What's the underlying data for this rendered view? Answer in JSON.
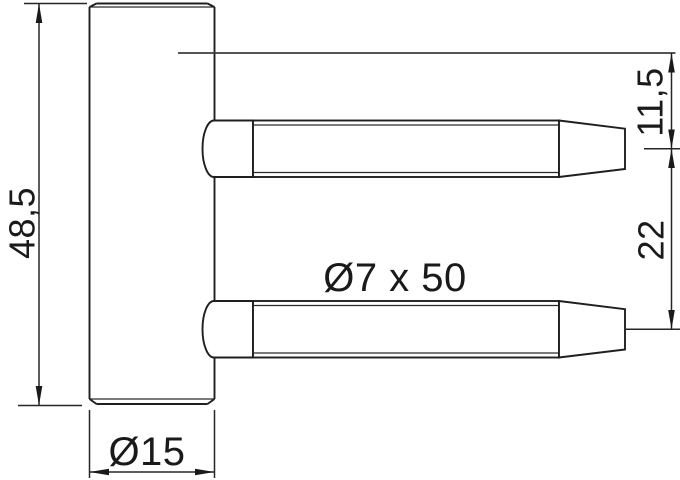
{
  "drawing": {
    "type": "technical-drawing",
    "subject": "door-hinge-frame-part-with-two-pins",
    "background_color": "#ffffff",
    "line_color": "#1f1f1f",
    "labels": {
      "overall_height": "48,5",
      "pin_top_offset": "11,5",
      "pin_spacing": "22",
      "pin_spec": "Ø7 x 50",
      "barrel_diameter": "Ø15"
    },
    "dimension_values_mm": {
      "overall_height": 48.5,
      "pin_top_offset": 11.5,
      "pin_spacing": 22,
      "pin_diameter": 7,
      "pin_length": 50,
      "barrel_diameter": 15
    }
  }
}
